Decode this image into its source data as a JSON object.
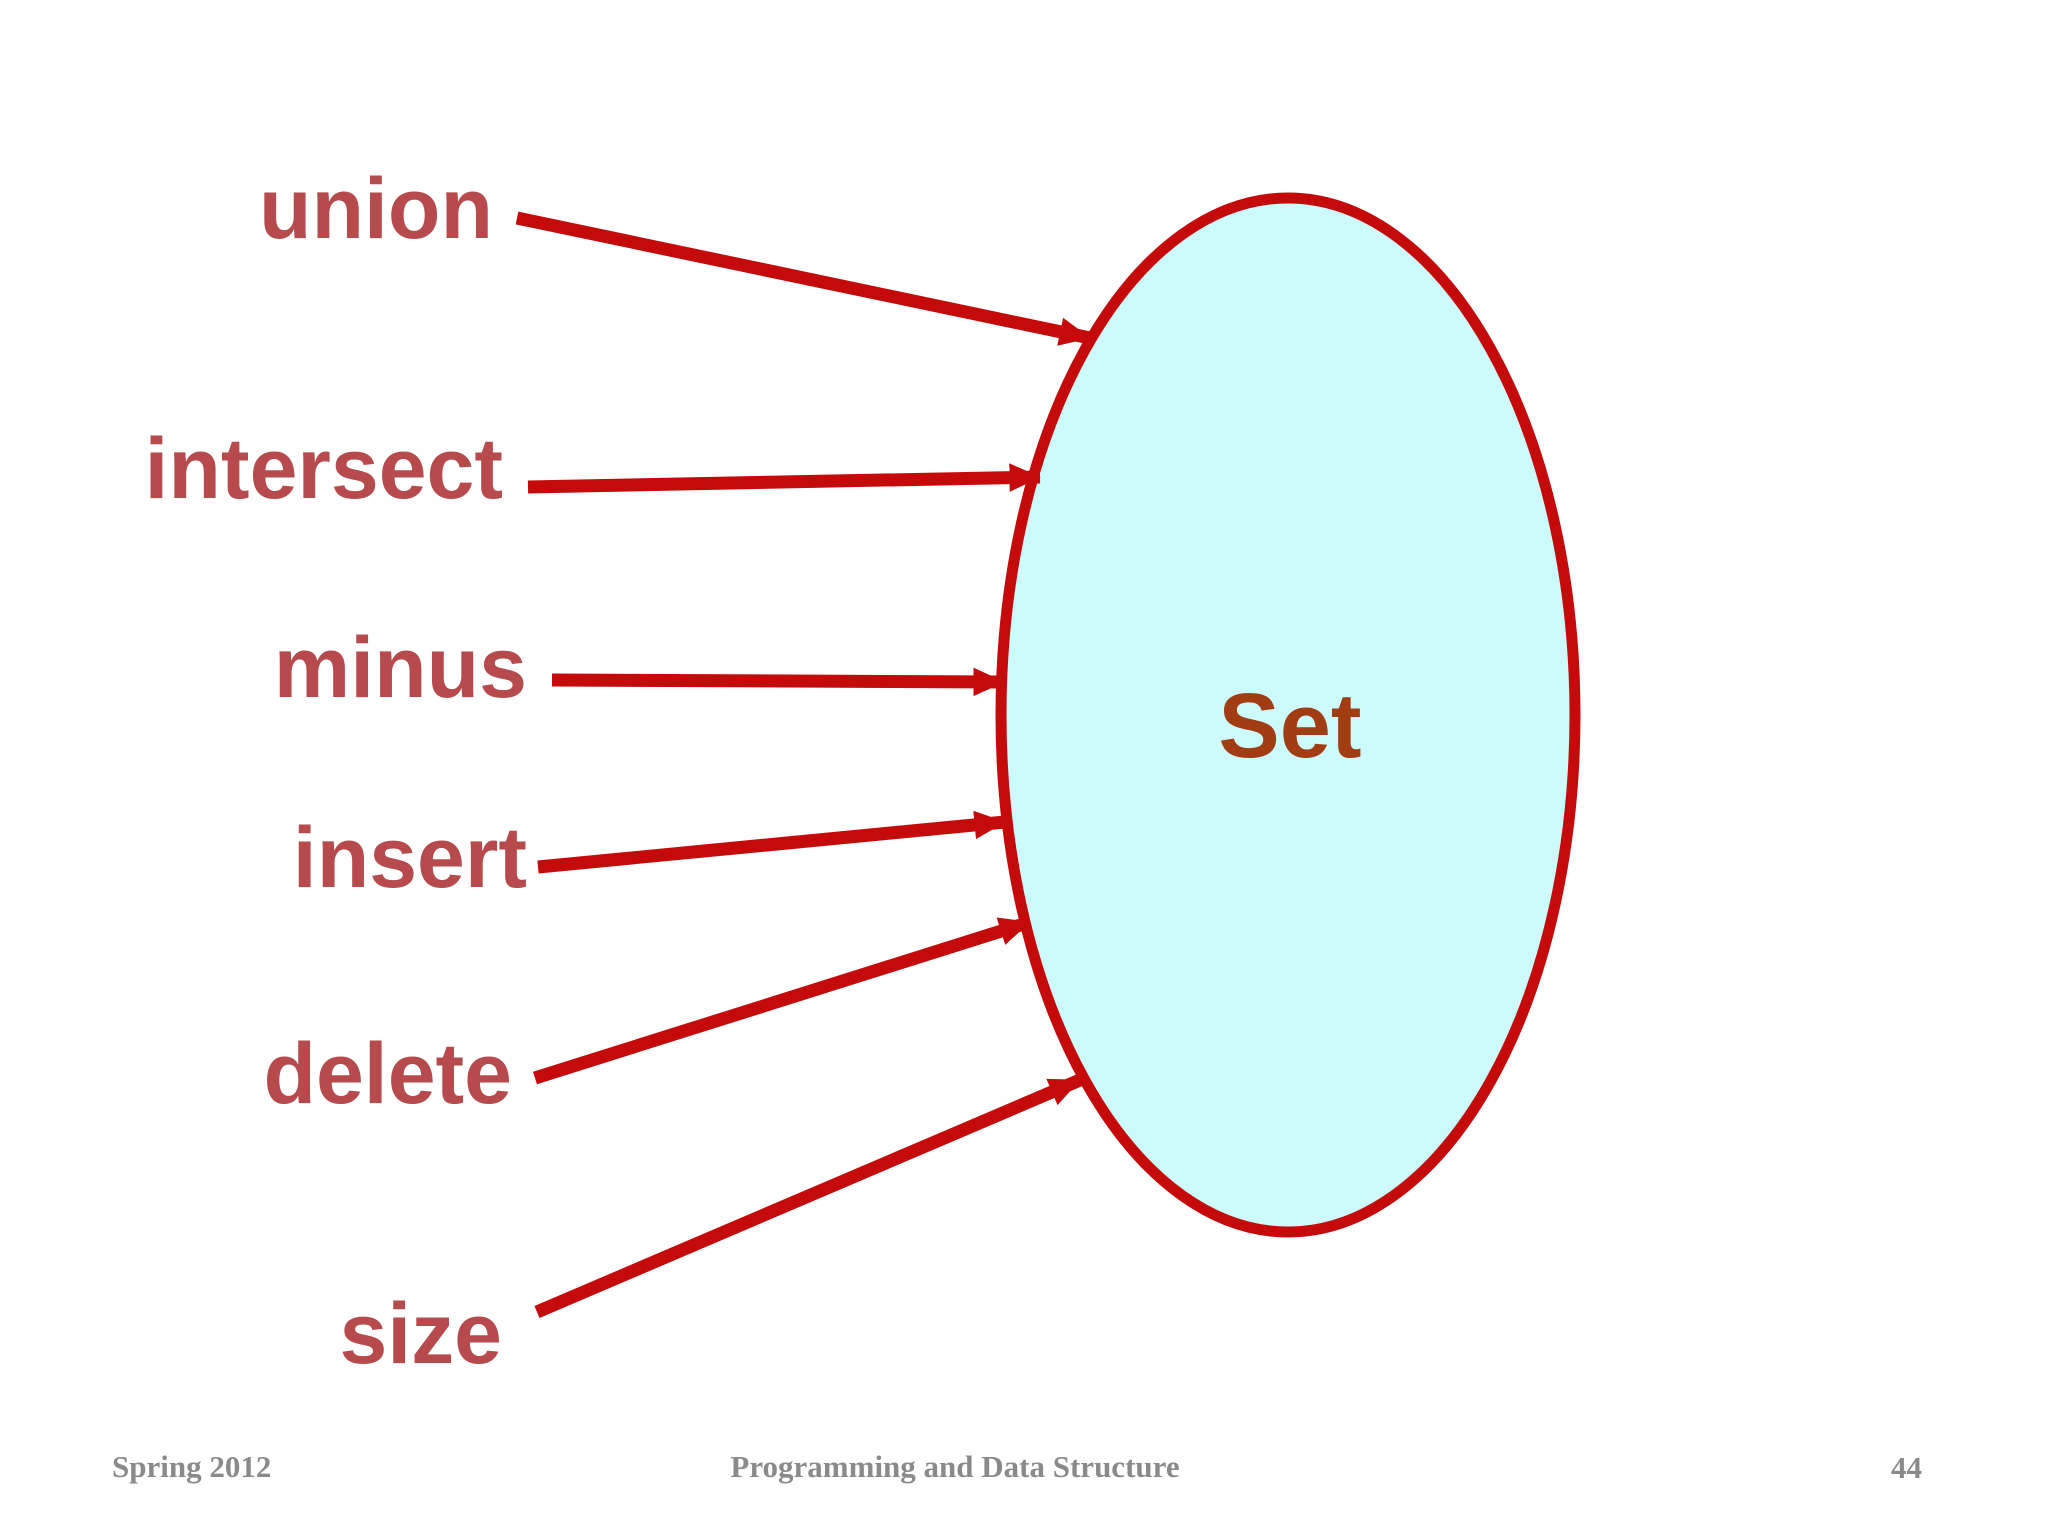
{
  "diagram": {
    "node_label": "Set",
    "operations": [
      {
        "label": "union"
      },
      {
        "label": "intersect"
      },
      {
        "label": "minus"
      },
      {
        "label": "insert"
      },
      {
        "label": "delete"
      },
      {
        "label": "size"
      }
    ]
  },
  "footer": {
    "term": "Spring 2012",
    "course": "Programming and Data Structure",
    "page": "44"
  },
  "colors": {
    "background": "#FFFFFF",
    "ellipse_fill": "#CDFAFB",
    "ellipse_stroke": "#C40A0A",
    "arrow": "#C40A0A",
    "operation_label": "#B64A4C",
    "node_label": "#A23C12",
    "footer_text": "#8A8A8A"
  }
}
